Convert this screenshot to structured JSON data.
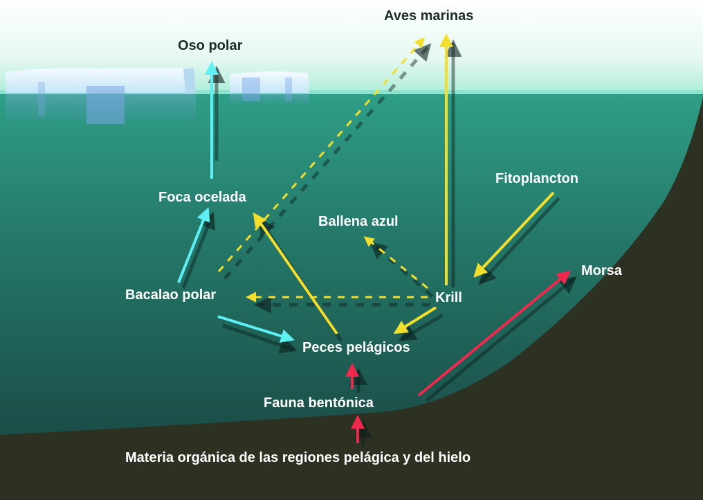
{
  "diagram": {
    "labels": {
      "polar_bear": "Oso polar",
      "seabirds": "Aves marinas",
      "phytoplankton": "Fitoplancton",
      "ringed_seal": "Foca ocelada",
      "blue_whale": "Ballena azul",
      "walrus": "Morsa",
      "polar_cod": "Bacalao polar",
      "krill": "Krill",
      "pelagic_fish": "Peces pelágicos",
      "benthic_fauna": "Fauna bentónica",
      "organic_matter": "Materia orgánica de las regiones pelágica y del hielo"
    },
    "colors": {
      "cyan_arrow": "#5ff0f4",
      "yellow_arrow": "#f2de2c",
      "red_arrow": "#f0284e",
      "water_top": "#2f9e86",
      "water_bottom": "#1a4a44",
      "seafloor": "#2d3122",
      "sky": "#ffffff",
      "ice": "#dcf2ff"
    }
  }
}
